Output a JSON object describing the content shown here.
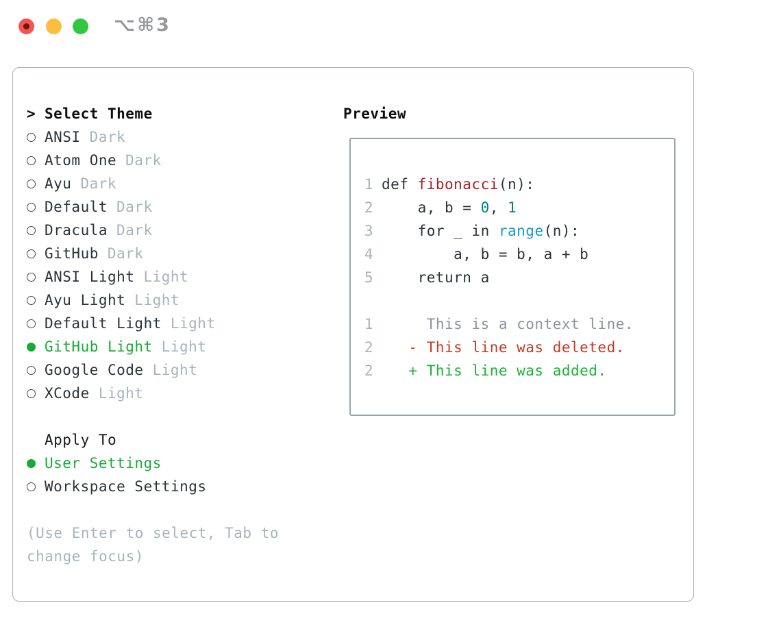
{
  "window": {
    "shortcut": "⌥⌘3"
  },
  "colors": {
    "selected_green": "#17ab35",
    "added_green": "#1bb335",
    "deleted_red": "#c53a26",
    "function_red": "#a81d24",
    "number_teal": "#008080",
    "builtin_blue": "#0f9bd1",
    "muted_gray": "#a9b2bd",
    "context_gray": "#8b939c",
    "panel_border": "#a9b1bb",
    "traffic_red": "#f4544e",
    "traffic_yellow": "#fcbe3e",
    "traffic_green": "#32c740"
  },
  "theme_picker": {
    "header_prefix": ">",
    "header": "Select Theme",
    "items": [
      {
        "name": "ANSI",
        "variant": "Dark",
        "selected": false
      },
      {
        "name": "Atom One",
        "variant": "Dark",
        "selected": false
      },
      {
        "name": "Ayu",
        "variant": "Dark",
        "selected": false
      },
      {
        "name": "Default",
        "variant": "Dark",
        "selected": false
      },
      {
        "name": "Dracula",
        "variant": "Dark",
        "selected": false
      },
      {
        "name": "GitHub",
        "variant": "Dark",
        "selected": false
      },
      {
        "name": "ANSI Light",
        "variant": "Light",
        "selected": false
      },
      {
        "name": "Ayu Light",
        "variant": "Light",
        "selected": false
      },
      {
        "name": "Default Light",
        "variant": "Light",
        "selected": false
      },
      {
        "name": "GitHub Light",
        "variant": "Light",
        "selected": true
      },
      {
        "name": "Google Code",
        "variant": "Light",
        "selected": false
      },
      {
        "name": "XCode",
        "variant": "Light",
        "selected": false
      }
    ]
  },
  "apply_to": {
    "header": "Apply To",
    "options": [
      {
        "label": "User Settings",
        "selected": true
      },
      {
        "label": "Workspace Settings",
        "selected": false
      }
    ]
  },
  "hint": "(Use Enter to select, Tab to change focus)",
  "preview": {
    "header": "Preview",
    "code_lines": [
      {
        "no": "1",
        "segments": [
          {
            "t": "def ",
            "c": "kw"
          },
          {
            "t": "fibonacci",
            "c": "fn"
          },
          {
            "t": "(n):",
            "c": "plain"
          }
        ]
      },
      {
        "no": "2",
        "segments": [
          {
            "t": "    a, b = ",
            "c": "plain"
          },
          {
            "t": "0",
            "c": "num"
          },
          {
            "t": ", ",
            "c": "plain"
          },
          {
            "t": "1",
            "c": "num"
          }
        ]
      },
      {
        "no": "3",
        "segments": [
          {
            "t": "    for _ in ",
            "c": "plain"
          },
          {
            "t": "range",
            "c": "builtin"
          },
          {
            "t": "(n):",
            "c": "plain"
          }
        ]
      },
      {
        "no": "4",
        "segments": [
          {
            "t": "        a, b = b, a + b",
            "c": "plain"
          }
        ]
      },
      {
        "no": "5",
        "segments": [
          {
            "t": "    return a",
            "c": "plain"
          }
        ]
      }
    ],
    "diff_lines": [
      {
        "no": "1",
        "text": "     This is a context line.",
        "type": "context"
      },
      {
        "no": "2",
        "text": "   - This line was deleted.",
        "type": "deleted"
      },
      {
        "no": "2",
        "text": "   + This line was added.",
        "type": "added"
      }
    ]
  }
}
